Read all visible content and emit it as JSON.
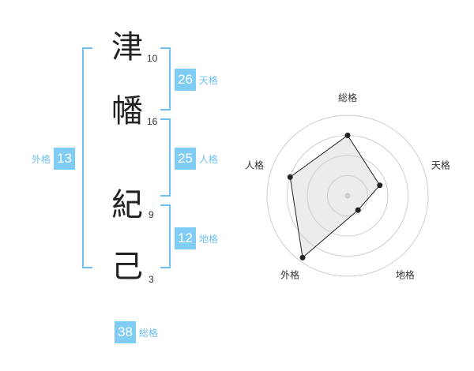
{
  "name": {
    "chars": [
      {
        "char": "津",
        "strokes": "10"
      },
      {
        "char": "幡",
        "strokes": "16"
      },
      {
        "char": "紀",
        "strokes": "9"
      },
      {
        "char": "己",
        "strokes": "3"
      }
    ]
  },
  "fortunes": {
    "tenkaku": {
      "value": "26",
      "label": "天格"
    },
    "jinkaku": {
      "value": "25",
      "label": "人格"
    },
    "chikaku": {
      "value": "12",
      "label": "地格"
    },
    "gaikaku": {
      "value": "13",
      "label": "外格"
    },
    "soukaku": {
      "value": "38",
      "label": "総格"
    }
  },
  "colors": {
    "accent": "#7fcdf5",
    "bracket": "#6ec1f0"
  },
  "chart_data": {
    "type": "radar",
    "axes": [
      "総格",
      "天格",
      "地格",
      "外格",
      "人格"
    ],
    "values": [
      0.75,
      0.42,
      0.22,
      0.95,
      0.75
    ],
    "rings": 4,
    "grid": true
  }
}
